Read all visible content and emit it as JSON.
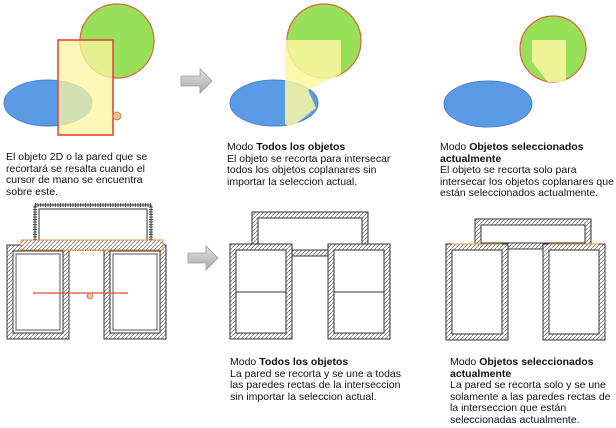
{
  "captions": {
    "top_left": {
      "lines": [
        "El objeto 2D o la pared que se",
        "recortará se resalta cuando el",
        "cursor de mano se encuentra",
        "sobre este."
      ]
    },
    "top_middle": {
      "prefix": "Modo ",
      "bold": "Todos los objetos",
      "lines": [
        "El objeto se recorta para intersecar",
        "todos los objetos coplanares sin",
        "importar la seleccion actual."
      ]
    },
    "top_right": {
      "prefix": "Modo ",
      "bold_1": "Objetos seleccionados",
      "bold_2": "actualmente",
      "lines": [
        "El objeto se recorta solo para",
        "intersecar los objetos coplanares que",
        "están seleccionados actualmente."
      ]
    },
    "bottom_middle": {
      "prefix": "Modo ",
      "bold": "Todos los objetos",
      "lines": [
        "La pared se recorta y se une a todas",
        "las paredes rectas de la interseccion",
        "sin importar la seleccion actual."
      ]
    },
    "bottom_right": {
      "prefix": "Modo ",
      "bold_1": "Objetos seleccionados",
      "bold_2": "actualmente",
      "lines": [
        "La pared se recorta solo y se une",
        "solamente a las paredes rectas de",
        "la interseccion que están",
        "seleccionadas actualmente."
      ]
    }
  },
  "colors": {
    "circle_fill": "#99e05a",
    "circle_stroke": "#e0623a",
    "ellipse_fill": "#5b9be6",
    "ellipse_stroke": "#4a86d0",
    "rect_fill": "#fbf7a0",
    "highlight": "#e04a3a",
    "wall_inner": "#e8943a",
    "arrow": "#b8b8b8"
  },
  "icons": {
    "arrow": "right-arrow-icon",
    "cursor": "hand-cursor-icon"
  }
}
